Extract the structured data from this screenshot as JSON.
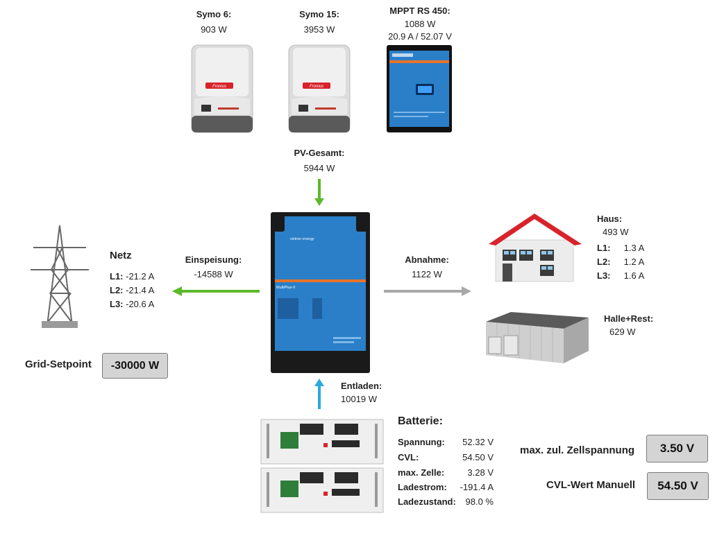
{
  "symo6": {
    "title": "Symo 6:",
    "power": "903 W"
  },
  "symo15": {
    "title": "Symo 15:",
    "power": "3953 W"
  },
  "mppt": {
    "title": "MPPT RS 450:",
    "power": "1088 W",
    "detail": "20.9 A  / 52.07 V"
  },
  "pv_total": {
    "title": "PV-Gesamt:",
    "power": "5944 W"
  },
  "netz": {
    "title": "Netz",
    "phases": [
      {
        "label": "L1:",
        "value": "-21.2 A"
      },
      {
        "label": "L2:",
        "value": "-21.4 A"
      },
      {
        "label": "L3:",
        "value": "-20.6 A"
      }
    ]
  },
  "feed_in": {
    "title": "Einspeisung:",
    "power": "-14588 W"
  },
  "consumption": {
    "title": "Abnahme:",
    "power": "1122 W"
  },
  "haus": {
    "title": "Haus:",
    "power": "493 W",
    "phases": [
      {
        "label": "L1:",
        "value": "1.3 A"
      },
      {
        "label": "L2:",
        "value": "1.2 A"
      },
      {
        "label": "L3:",
        "value": "1.6 A"
      }
    ]
  },
  "halle": {
    "title": "Halle+Rest:",
    "power": "629 W"
  },
  "grid_setpoint": {
    "label": "Grid-Setpoint",
    "value": "-30000 W"
  },
  "discharge": {
    "title": "Entladen:",
    "power": "10019 W"
  },
  "battery": {
    "title": "Batterie:",
    "rows": [
      {
        "label": "Spannung:",
        "value": "52.32 V"
      },
      {
        "label": "CVL:",
        "value": "54.50 V"
      },
      {
        "label": "max. Zelle:",
        "value": "3.28 V"
      },
      {
        "label": "Ladestrom:",
        "value": "-191.4 A"
      },
      {
        "label": "Ladezustand:",
        "value": "98.0 %"
      }
    ]
  },
  "max_cell_voltage": {
    "label": "max. zul. Zellspannung",
    "value": "3.50 V"
  },
  "cvl_manual": {
    "label": "CVL-Wert Manuell",
    "value": "54.50 V"
  },
  "device_text": {
    "fronius_brand": "Fronius",
    "victron_brand": "victron energy",
    "multiplus": "MultiPlus-II"
  },
  "colors": {
    "green_arrow": "#5cb82a",
    "gray_arrow": "#a8a8a8",
    "blue_arrow": "#2aa8e0",
    "victron_blue": "#2a7fc8",
    "roof_red": "#d8232a"
  }
}
